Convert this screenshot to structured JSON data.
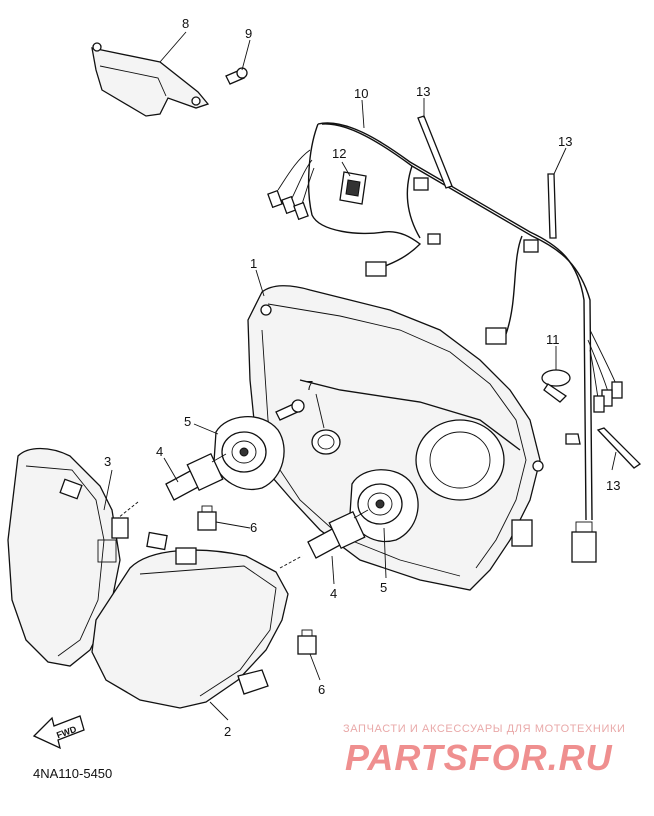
{
  "callouts": [
    {
      "id": "c1",
      "label": "1"
    },
    {
      "id": "c2",
      "label": "2"
    },
    {
      "id": "c3",
      "label": "3"
    },
    {
      "id": "c4a",
      "label": "4"
    },
    {
      "id": "c4b",
      "label": "4"
    },
    {
      "id": "c5a",
      "label": "5"
    },
    {
      "id": "c5b",
      "label": "5"
    },
    {
      "id": "c6a",
      "label": "6"
    },
    {
      "id": "c6b",
      "label": "6"
    },
    {
      "id": "c7",
      "label": "7"
    },
    {
      "id": "c8",
      "label": "8"
    },
    {
      "id": "c9",
      "label": "9"
    },
    {
      "id": "c10",
      "label": "10"
    },
    {
      "id": "c11",
      "label": "11"
    },
    {
      "id": "c12",
      "label": "12"
    },
    {
      "id": "c13a",
      "label": "13"
    },
    {
      "id": "c13b",
      "label": "13"
    },
    {
      "id": "c13c",
      "label": "13"
    }
  ],
  "fwd_label": "FWD",
  "diagram_code": "4NA110-5450",
  "watermark": {
    "tagline": "ЗАПЧАСТИ И АКСЕССУАРЫ ДЛЯ МОТОТЕХНИКИ",
    "logo": "PARTSFOR.RU"
  },
  "colors": {
    "line": "#111111",
    "watermark": "#ef8f8f"
  }
}
